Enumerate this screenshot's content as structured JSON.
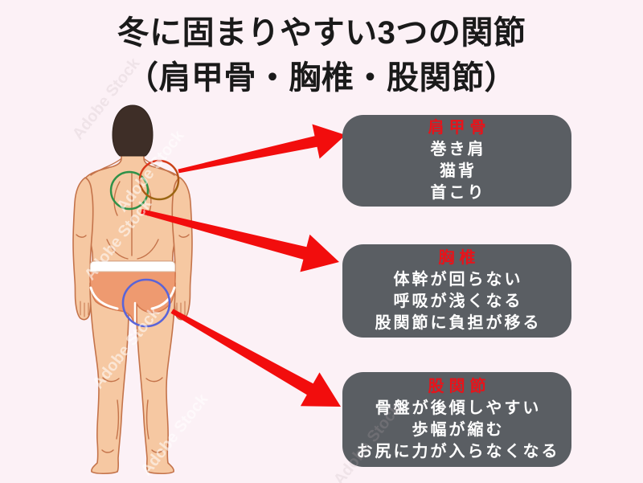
{
  "title": {
    "line1": "冬に固まりやすい3つの関節",
    "line2": "（肩甲骨・胸椎・股関節）"
  },
  "callouts": [
    {
      "heading": "肩甲骨",
      "lines": [
        "巻き肩",
        "猫背",
        "首こり"
      ]
    },
    {
      "heading": "胸椎",
      "lines": [
        "体幹が回らない",
        "呼吸が浅くなる",
        "股関節に負担が移る"
      ]
    },
    {
      "heading": "股関節",
      "lines": [
        "骨盤が後傾しやすい",
        "歩幅が縮む",
        "お尻に力が入らなくなる"
      ]
    }
  ],
  "figure": {
    "markers": [
      {
        "name": "upper-back-circle",
        "color": "#2e9148"
      },
      {
        "name": "shoulder-blade-circle",
        "color_top": "#e82c1c",
        "color_bottom": "#9a6612"
      },
      {
        "name": "hip-circle",
        "color": "#5a64d8"
      }
    ]
  },
  "colors": {
    "background": "#fcf1f6",
    "callout_bg": "#5a5e63",
    "heading_red": "#e8131a",
    "body_text": "#ffffff",
    "arrow": "#f20d0d",
    "title_text": "#1a1a1a",
    "skin": "#f6c8a2",
    "outline": "#c4734a",
    "hair": "#3e2e27",
    "underwear": "#ee9a70"
  },
  "watermark": {
    "text": "Adobe Stock"
  }
}
